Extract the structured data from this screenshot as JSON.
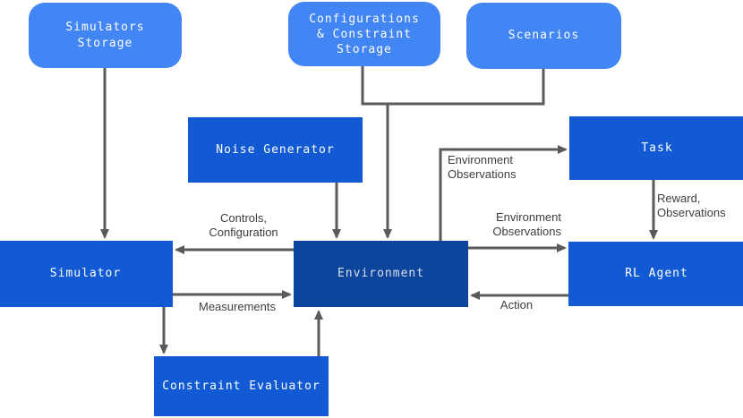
{
  "colors": {
    "storage_fill": "#4285f4",
    "module_fill": "#115ad4",
    "environment_fill": "#0d449c",
    "connector": "#595a5c",
    "label_text": "#3c4043",
    "node_text": "#ffffff"
  },
  "diagram": {
    "nodes": [
      {
        "id": "simulators-storage",
        "label": "Simulators\nStorage",
        "type": "storage"
      },
      {
        "id": "configurations-constraint-storage",
        "label": "Configurations\n& Constraint\nStorage",
        "type": "storage"
      },
      {
        "id": "scenarios",
        "label": "Scenarios",
        "type": "storage"
      },
      {
        "id": "noise-generator",
        "label": "Noise Generator",
        "type": "module"
      },
      {
        "id": "task",
        "label": "Task",
        "type": "module"
      },
      {
        "id": "simulator",
        "label": "Simulator",
        "type": "module"
      },
      {
        "id": "environment",
        "label": "Environment",
        "type": "environment"
      },
      {
        "id": "rl-agent",
        "label": "RL Agent",
        "type": "module"
      },
      {
        "id": "constraint-evaluator",
        "label": "Constraint Evaluator",
        "type": "module"
      }
    ],
    "edges": [
      {
        "from": "simulators-storage",
        "to": "simulator",
        "label": ""
      },
      {
        "from": "configurations-constraint-storage",
        "to": "environment",
        "label": ""
      },
      {
        "from": "scenarios",
        "to": "environment",
        "label": ""
      },
      {
        "from": "noise-generator",
        "to": "environment",
        "label": ""
      },
      {
        "from": "environment",
        "to": "simulator",
        "label": "Controls,\nConfiguration"
      },
      {
        "from": "simulator",
        "to": "environment",
        "label": "Measurements"
      },
      {
        "from": "environment",
        "to": "task",
        "label": "Environment\nObservations"
      },
      {
        "from": "environment",
        "to": "rl-agent",
        "label": "Environment\nObservations"
      },
      {
        "from": "task",
        "to": "rl-agent",
        "label": "Reward,\nObservations"
      },
      {
        "from": "rl-agent",
        "to": "environment",
        "label": "Action"
      },
      {
        "from": "simulator",
        "to": "constraint-evaluator",
        "label": ""
      },
      {
        "from": "constraint-evaluator",
        "to": "environment",
        "label": ""
      }
    ]
  }
}
